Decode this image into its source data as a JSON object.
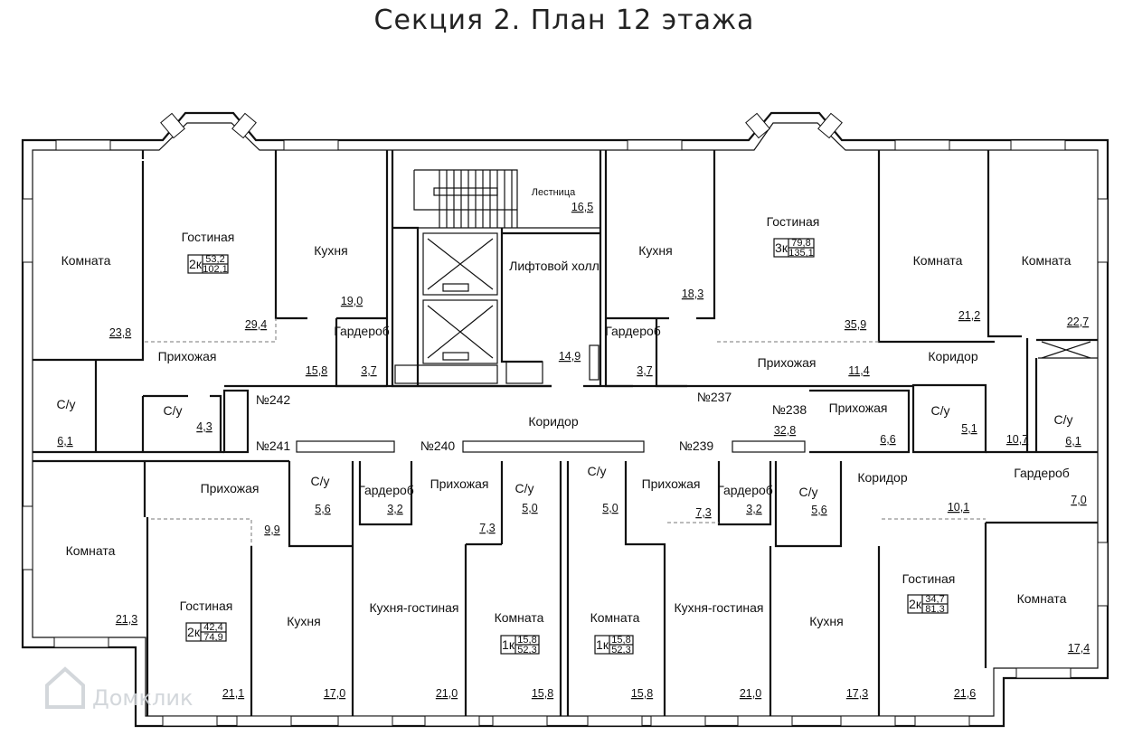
{
  "title": "Секция 2. План 12 этажа",
  "watermark": "Домклик",
  "apartments": [
    {
      "id": "242",
      "label": "№242",
      "rooms": "2к",
      "living": "53,2",
      "total": "102,1"
    },
    {
      "id": "237",
      "label": "№237",
      "rooms": "3к",
      "living": "79,8",
      "total": "135,1"
    },
    {
      "id": "241",
      "label": "№241",
      "rooms": "2к",
      "living": "42,4",
      "total": "74,9"
    },
    {
      "id": "240",
      "label": "№240",
      "rooms": "1к",
      "living": "15,8",
      "total": "52,3"
    },
    {
      "id": "239",
      "label": "№239",
      "rooms": "1к",
      "living": "15,8",
      "total": "52,3"
    },
    {
      "id": "238",
      "label": "№238",
      "rooms": "2к",
      "living": "34,7",
      "total": "81,3"
    }
  ],
  "rooms": [
    {
      "name": "Комната",
      "area": "23,8"
    },
    {
      "name": "Гостиная",
      "area": "29,4"
    },
    {
      "name": "Кухня",
      "area": "19,0"
    },
    {
      "name": "Лестница",
      "area": "16,5"
    },
    {
      "name": "Лифтовой холл",
      "area": "14,9"
    },
    {
      "name": "Кухня",
      "area": "18,3"
    },
    {
      "name": "Гостиная",
      "area": "35,9"
    },
    {
      "name": "Комната",
      "area": "21,2"
    },
    {
      "name": "Комната",
      "area": "22,7"
    },
    {
      "name": "Гардероб",
      "area": "3,7"
    },
    {
      "name": "Гардероб",
      "area": "3,7"
    },
    {
      "name": "Прихожая",
      "area": "15,8"
    },
    {
      "name": "Прихожая",
      "area": "11,4"
    },
    {
      "name": "Коридор",
      "area": "10,7"
    },
    {
      "name": "С/у",
      "area": "6,1"
    },
    {
      "name": "С/у",
      "area": "4,3"
    },
    {
      "name": "Коридор",
      "area": ""
    },
    {
      "name": "Прихожая",
      "area": "6,6"
    },
    {
      "name": "С/у",
      "area": "5,1"
    },
    {
      "name": "С/у",
      "area": "6,1"
    },
    {
      "name": "Прихожая",
      "area": "9,9"
    },
    {
      "name": "С/у",
      "area": "5,6"
    },
    {
      "name": "Гардероб",
      "area": "3,2"
    },
    {
      "name": "Прихожая",
      "area": "7,3"
    },
    {
      "name": "С/у",
      "area": "5,0"
    },
    {
      "name": "С/у",
      "area": "5,0"
    },
    {
      "name": "Прихожая",
      "area": "7,3"
    },
    {
      "name": "Гардероб",
      "area": "3,2"
    },
    {
      "name": "С/у",
      "area": "5,6"
    },
    {
      "name": "Коридор",
      "area": "10,1"
    },
    {
      "name": "Гардероб",
      "area": "7,0"
    },
    {
      "name": "Комната",
      "area": "21,3"
    },
    {
      "name": "Гостиная",
      "area": "21,1"
    },
    {
      "name": "Кухня",
      "area": "17,0"
    },
    {
      "name": "Кухня-гостиная",
      "area": "21,0"
    },
    {
      "name": "Комната",
      "area": "15,8"
    },
    {
      "name": "Комната",
      "area": "15,8"
    },
    {
      "name": "Кухня-гостиная",
      "area": "21,0"
    },
    {
      "name": "Кухня",
      "area": "17,3"
    },
    {
      "name": "Гостиная",
      "area": "21,6"
    },
    {
      "name": "Комната",
      "area": "17,4"
    }
  ],
  "corridor_area": "32,8"
}
